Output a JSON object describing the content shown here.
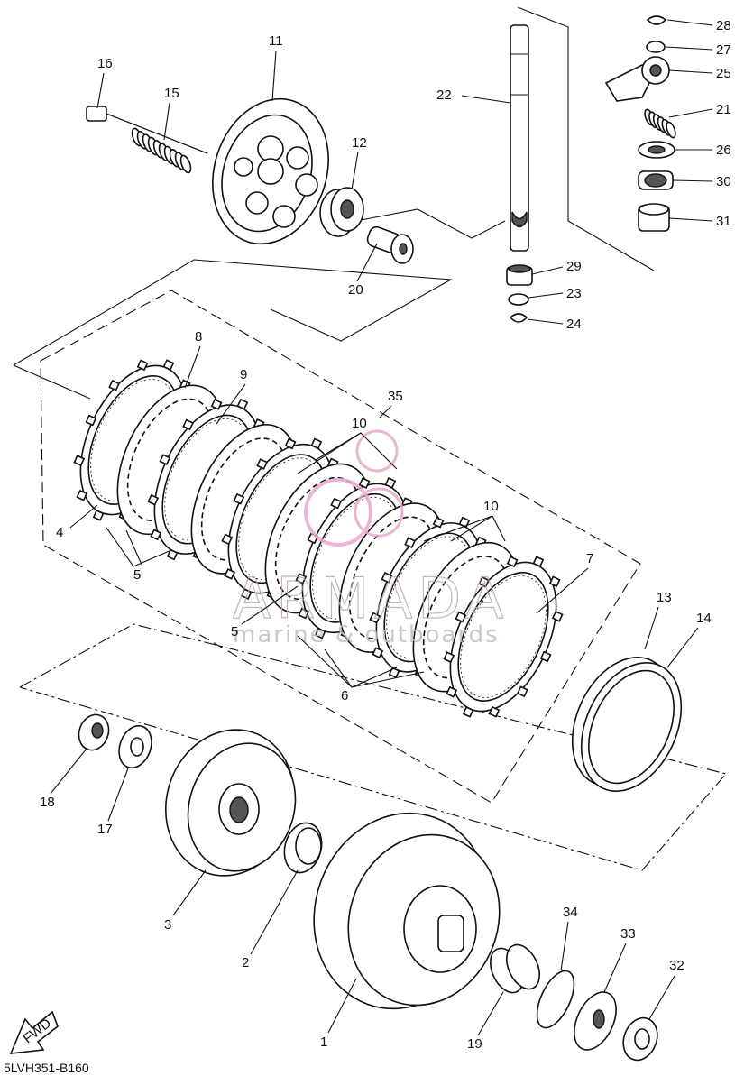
{
  "diagram": {
    "code": "5LVH351-B160",
    "fwd_label": "FWD",
    "watermark": {
      "brand": "ARMADA",
      "tagline": "marine & outboards"
    },
    "callouts": [
      {
        "id": "c1",
        "text": "1"
      },
      {
        "id": "c2",
        "text": "2"
      },
      {
        "id": "c3",
        "text": "3"
      },
      {
        "id": "c4",
        "text": "4"
      },
      {
        "id": "c5a",
        "text": "5"
      },
      {
        "id": "c5b",
        "text": "5"
      },
      {
        "id": "c6",
        "text": "6"
      },
      {
        "id": "c7",
        "text": "7"
      },
      {
        "id": "c8",
        "text": "8"
      },
      {
        "id": "c9",
        "text": "9"
      },
      {
        "id": "c10a",
        "text": "10"
      },
      {
        "id": "c10b",
        "text": "10"
      },
      {
        "id": "c11",
        "text": "11"
      },
      {
        "id": "c12",
        "text": "12"
      },
      {
        "id": "c13",
        "text": "13"
      },
      {
        "id": "c14",
        "text": "14"
      },
      {
        "id": "c15",
        "text": "15"
      },
      {
        "id": "c16",
        "text": "16"
      },
      {
        "id": "c17",
        "text": "17"
      },
      {
        "id": "c18",
        "text": "18"
      },
      {
        "id": "c19",
        "text": "19"
      },
      {
        "id": "c20",
        "text": "20"
      },
      {
        "id": "c21",
        "text": "21"
      },
      {
        "id": "c22",
        "text": "22"
      },
      {
        "id": "c23",
        "text": "23"
      },
      {
        "id": "c24",
        "text": "24"
      },
      {
        "id": "c25",
        "text": "25"
      },
      {
        "id": "c26",
        "text": "26"
      },
      {
        "id": "c27",
        "text": "27"
      },
      {
        "id": "c28",
        "text": "28"
      },
      {
        "id": "c29",
        "text": "29"
      },
      {
        "id": "c30",
        "text": "30"
      },
      {
        "id": "c31",
        "text": "31"
      },
      {
        "id": "c32",
        "text": "32"
      },
      {
        "id": "c33",
        "text": "33"
      },
      {
        "id": "c34",
        "text": "34"
      },
      {
        "id": "c35",
        "text": "35"
      }
    ]
  }
}
